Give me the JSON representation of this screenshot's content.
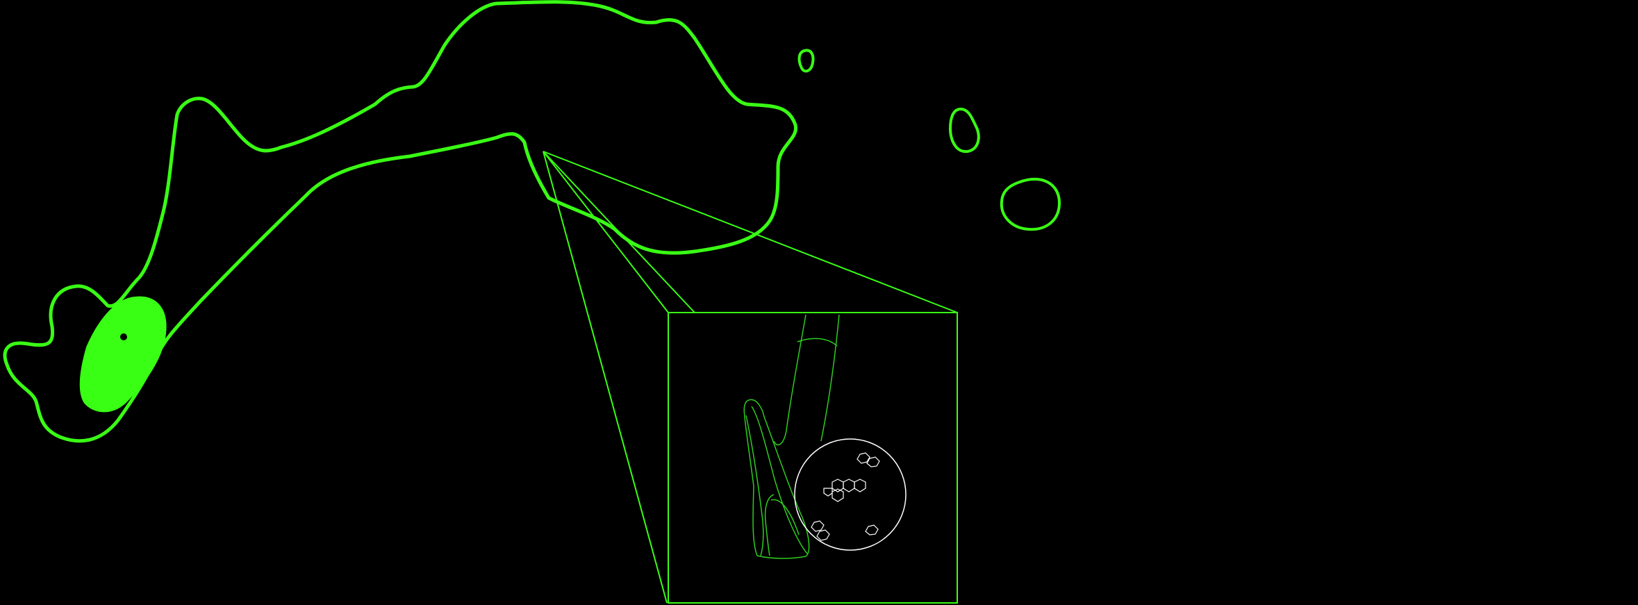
{
  "colors": {
    "background": "#000000",
    "outline": "#39ff14",
    "fill": "#39ff14",
    "inset_frame": "#39ff14",
    "inset_detail": "#2ecc1f",
    "molecule": "#ffffff"
  },
  "diagram": {
    "title": "",
    "description_visible_text": "",
    "elements": [
      "cell-outline",
      "nucleus",
      "nucleolus-dot",
      "small-vesicle",
      "medium-vesicle",
      "round-vesicle",
      "zoom-lines",
      "inset-box",
      "inset-stalk",
      "inset-elongated-structure",
      "inset-circle",
      "molecule-structures"
    ]
  }
}
